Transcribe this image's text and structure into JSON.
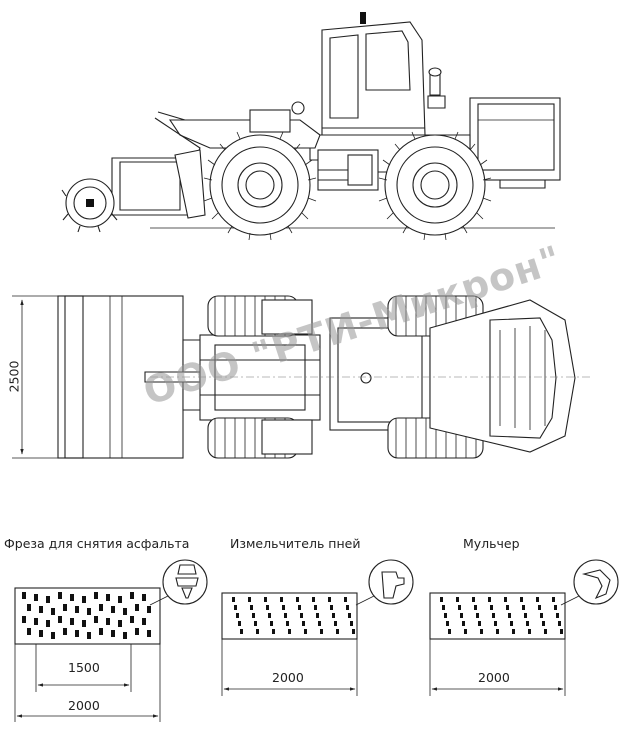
{
  "top_view": {
    "width_dim": "2500"
  },
  "attachments": [
    {
      "title": "Фреза для снятия асфальта",
      "inner_dim": "1500",
      "total_dim": "2000",
      "icon": "cutter-tooth-icon"
    },
    {
      "title": "Измельчитель пней",
      "total_dim": "2000",
      "icon": "stump-tooth-icon"
    },
    {
      "title": "Мульчер",
      "total_dim": "2000",
      "icon": "hammer-tooth-icon"
    }
  ],
  "watermark": "ООО \"РТИ-Микрон\""
}
